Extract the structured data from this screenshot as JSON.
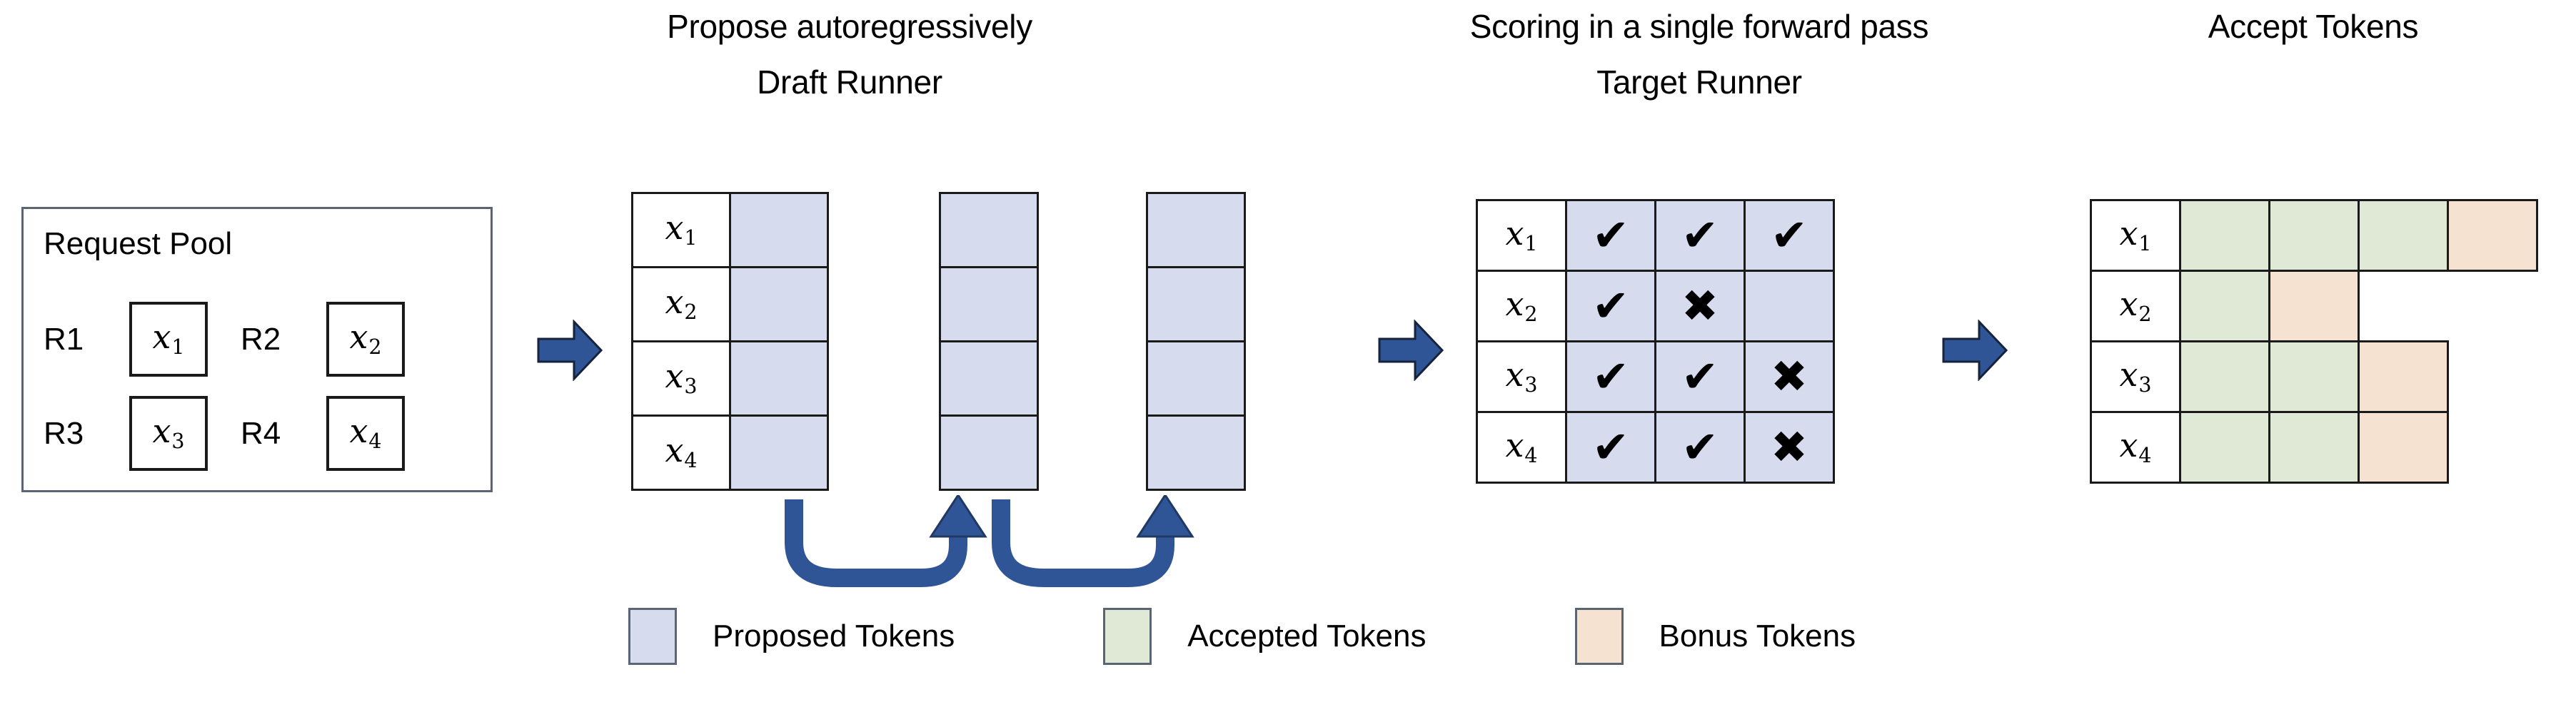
{
  "figure": {
    "headers": {
      "propose": "Propose autoregressively",
      "draft_runner": "Draft Runner",
      "scoring": "Scoring in a single forward pass",
      "target_runner": "Target Runner",
      "accept": "Accept Tokens"
    },
    "colors": {
      "proposed": "#d6dcee",
      "accepted": "#dfe9d5",
      "bonus": "#f5e2d0",
      "arrow_blue": "#2f5597",
      "border": "#1a1a1a",
      "panel_border": "#5b6472",
      "background": "#ffffff"
    }
  },
  "request_pool": {
    "title": "Request Pool",
    "requests": [
      {
        "id": "R1",
        "token": "x",
        "sub": "1"
      },
      {
        "id": "R2",
        "token": "x",
        "sub": "2"
      },
      {
        "id": "R3",
        "token": "x",
        "sub": "3"
      },
      {
        "id": "R4",
        "token": "x",
        "sub": "4"
      }
    ]
  },
  "draft_runner": {
    "row_labels": [
      {
        "token": "x",
        "sub": "1"
      },
      {
        "token": "x",
        "sub": "2"
      },
      {
        "token": "x",
        "sub": "3"
      },
      {
        "token": "x",
        "sub": "4"
      }
    ],
    "steps": 3,
    "rows": 4,
    "loop_arrows": 2
  },
  "target_runner": {
    "row_labels": [
      {
        "token": "x",
        "sub": "1"
      },
      {
        "token": "x",
        "sub": "2"
      },
      {
        "token": "x",
        "sub": "3"
      },
      {
        "token": "x",
        "sub": "4"
      }
    ],
    "marks": [
      [
        "check",
        "check",
        "check"
      ],
      [
        "check",
        "cross",
        "empty"
      ],
      [
        "check",
        "check",
        "cross"
      ],
      [
        "check",
        "check",
        "cross"
      ]
    ],
    "glyphs": {
      "check": "✔",
      "cross": "✖",
      "empty": ""
    }
  },
  "accept_tokens": {
    "row_labels": [
      {
        "token": "x",
        "sub": "1"
      },
      {
        "token": "x",
        "sub": "2"
      },
      {
        "token": "x",
        "sub": "3"
      },
      {
        "token": "x",
        "sub": "4"
      }
    ],
    "rows": [
      [
        "accepted",
        "accepted",
        "accepted",
        "bonus"
      ],
      [
        "accepted",
        "bonus"
      ],
      [
        "accepted",
        "accepted",
        "bonus"
      ],
      [
        "accepted",
        "accepted",
        "bonus"
      ]
    ]
  },
  "legend": [
    {
      "label": "Proposed Tokens",
      "color": "#d6dcee"
    },
    {
      "label": "Accepted Tokens",
      "color": "#dfe9d5"
    },
    {
      "label": "Bonus Tokens",
      "color": "#f5e2d0"
    }
  ]
}
